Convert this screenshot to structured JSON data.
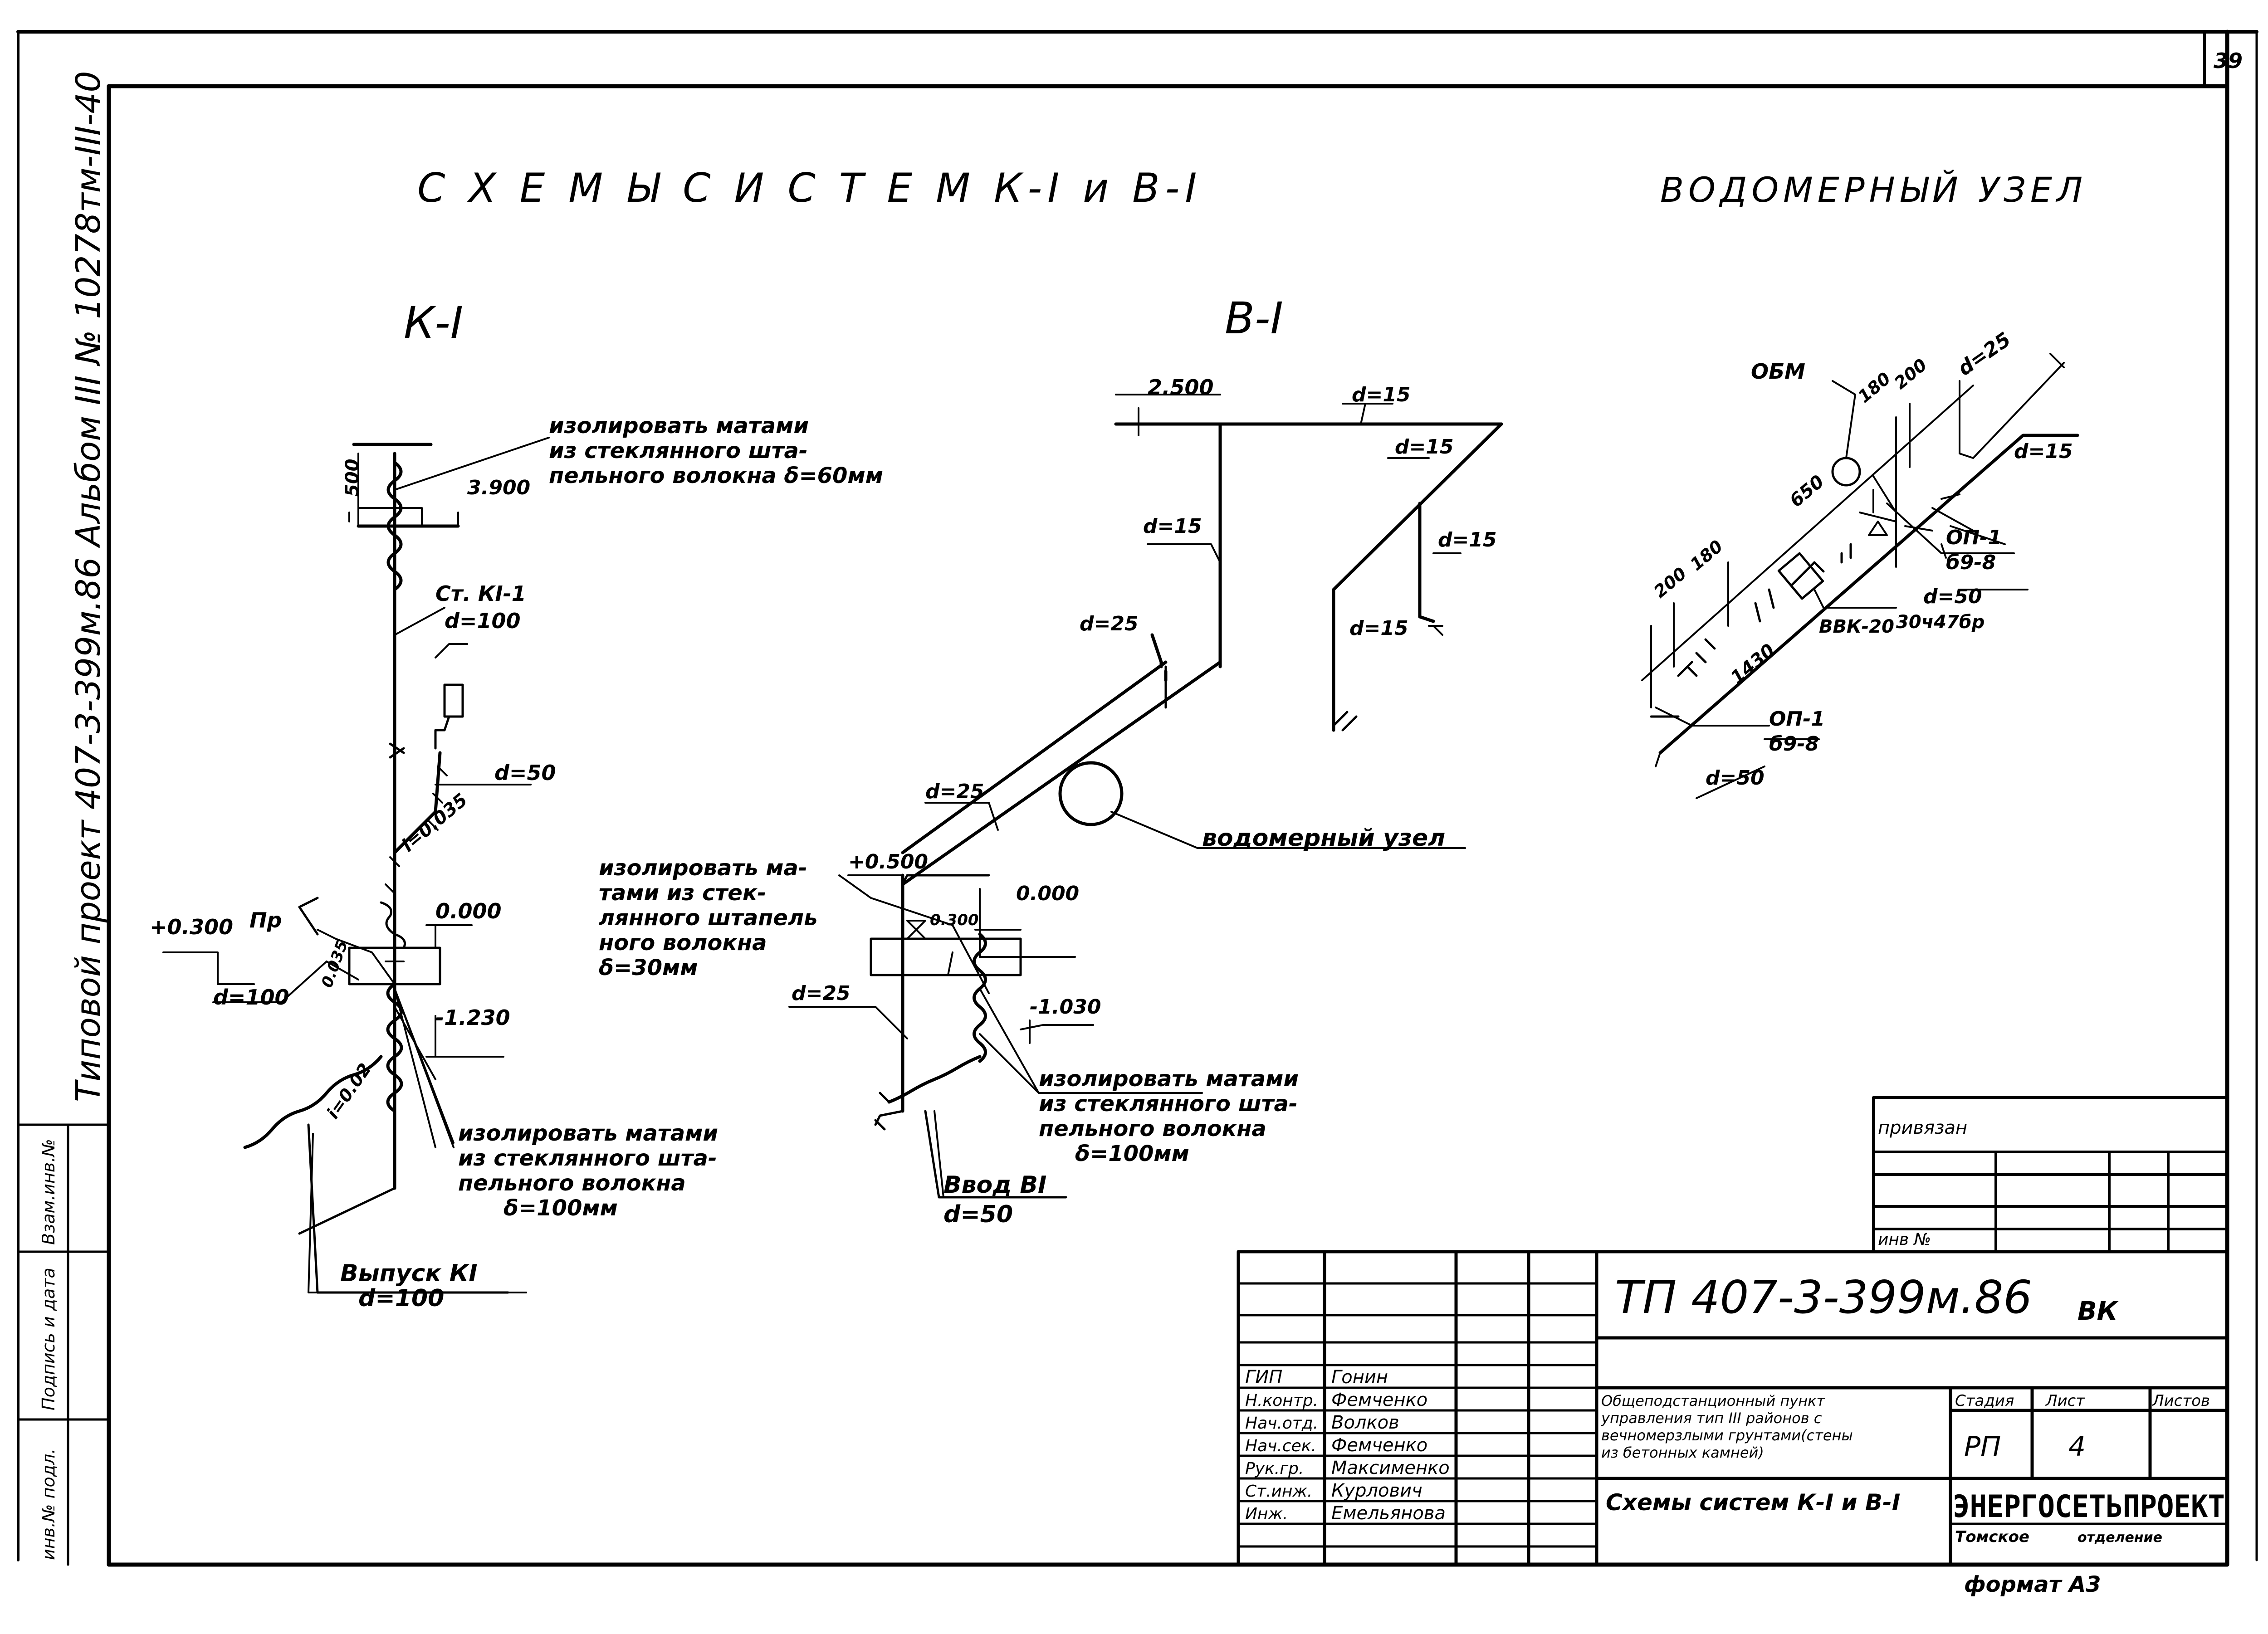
{
  "sheet": {
    "page_number": "39",
    "side_title": "Типовой проект 407-3-399м.86 Альбом III № 10278тм-III-40"
  },
  "header": {
    "schemes_title": "С Х Е М Ы   С И С Т Е М  К-I и В-I",
    "meter_unit_title": "ВОДОМЕРНЫЙ УЗЕЛ"
  },
  "k1": {
    "title": "К-I",
    "note_top": [
      "изолировать матами",
      "из стеклянного шта-",
      "пельного волокна δ=60мм"
    ],
    "dim_500": "500",
    "level_3900": "3.900",
    "riser": "Ст. КI-1",
    "riser_d": "d=100",
    "d50": "d=50",
    "slope_0035": "i=0.035",
    "level_0000": "0.000",
    "level_p0300": "+0.300",
    "pr": "Пр",
    "slope_0035b": "0.035",
    "d100": "d=100",
    "level_m1230": "-1.230",
    "slope_002": "i=0.02",
    "note_bottom": [
      "изолировать матами",
      "из стеклянного шта-",
      "пельного волокна",
      "δ=100мм"
    ],
    "outlet": "Выпуск КI",
    "outlet_d": "d=100"
  },
  "b1": {
    "title": "В-I",
    "level_2500": "2.500",
    "d15_a": "d=15",
    "d15_b": "d=15",
    "d15_c": "d=15",
    "d15_d": "d=15",
    "d15_e": "d=15",
    "d25_a": "d=25",
    "d25_b": "d=25",
    "d25_c": "d=25",
    "meter_label": "водомерный узел",
    "level_p0500": "+0.500",
    "note_left": [
      "изолировать ма-",
      "тами из стек-",
      "лянного штапель",
      "ного волокна",
      "δ=30мм"
    ],
    "dim_0300": "0.300",
    "level_0000": "0.000",
    "level_m1030": "-1.030",
    "note_right": [
      "изолировать матами",
      "из стеклянного шта-",
      "пельного волокна",
      "δ=100мм"
    ],
    "inlet": "Ввод ВI",
    "inlet_d": "d=50"
  },
  "meter_unit": {
    "obm": "ОБМ",
    "d25": "d=25",
    "d15": "d=15",
    "dims": [
      "200",
      "180",
      "180",
      "200",
      "650",
      "1430"
    ],
    "op_top": [
      "ОП-1",
      "б9-8"
    ],
    "d50_top": "d=50",
    "valve": "30ч47бр",
    "meter": "ВВК-20",
    "op_bottom": [
      "ОП-1",
      "б9-8"
    ],
    "d50_bottom": "d=50"
  },
  "binding_table": {
    "privyazan": "привязан",
    "inv": "инв №"
  },
  "left_stamp": {
    "inv_podl": "инв.№ подл.",
    "podpis": "Подпись и дата",
    "vzam": "Взам.инв.№"
  },
  "title_block": {
    "code": "ТП 407-3-399м.86",
    "doc": "ВК",
    "roles": [
      {
        "role": "ГИП",
        "name": "Гонин"
      },
      {
        "role": "Н.контр.",
        "name": "Фемченко"
      },
      {
        "role": "Нач.отд.",
        "name": "Волков"
      },
      {
        "role": "Нач.сек.",
        "name": "Фемченко"
      },
      {
        "role": "Рук.гр.",
        "name": "Максименко"
      },
      {
        "role": "Ст.инж.",
        "name": "Курлович"
      },
      {
        "role": "Инж.",
        "name": "Емельянова"
      }
    ],
    "description": [
      "Общеподстанционный пункт",
      "управления тип III районов с",
      "вечномерзлыми грунтами(стены",
      "из бетонных камней)"
    ],
    "stage_h": "Стадия",
    "sheet_h": "Лист",
    "sheets_h": "Листов",
    "stage": "РП",
    "sheet": "4",
    "drawing_name": "Схемы систем К-I и В-I",
    "org": "ЭНЕРГОСЕТЬПРОЕКТ",
    "org_branch": [
      "Томское",
      "отделение"
    ],
    "format": "формат А3"
  }
}
